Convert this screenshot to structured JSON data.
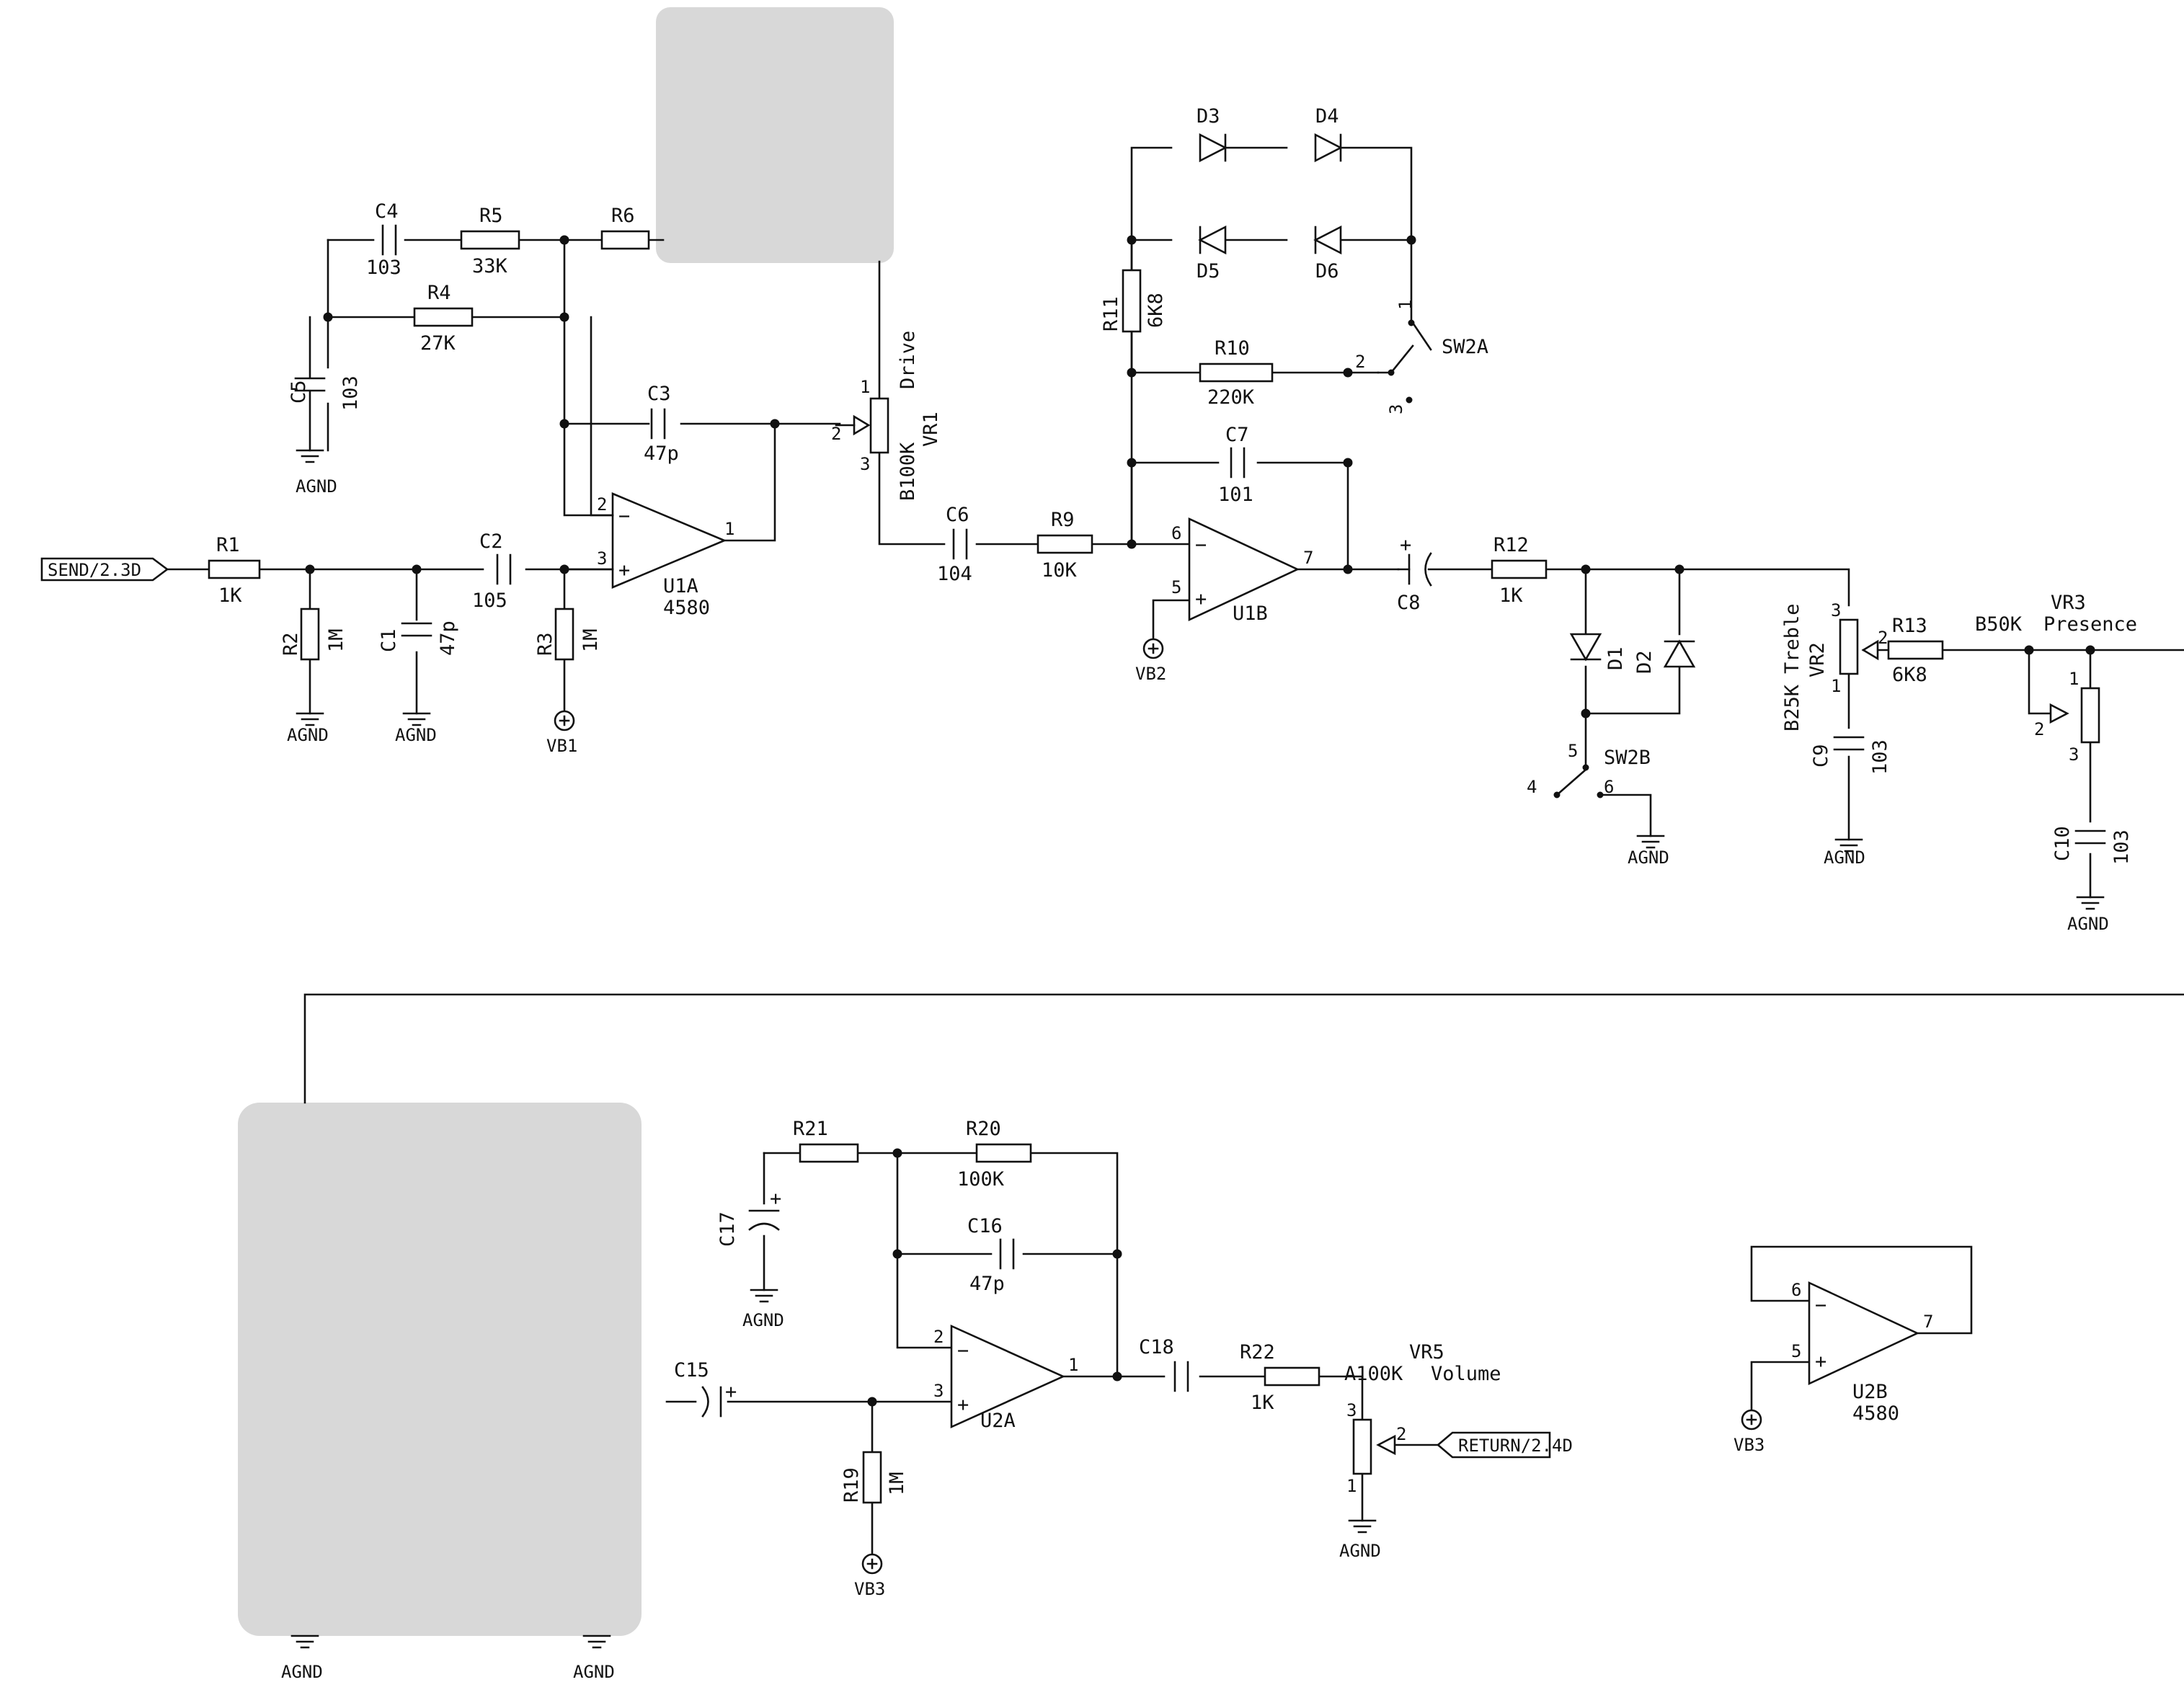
{
  "ports": {
    "send": "SEND/2.3D",
    "return": "RETURN/2.4D"
  },
  "components": {
    "R1": {
      "ref": "R1",
      "value": "1K"
    },
    "R2": {
      "ref": "R2",
      "value": "1M"
    },
    "R3": {
      "ref": "R3",
      "value": "1M"
    },
    "R4": {
      "ref": "R4",
      "value": "27K"
    },
    "R5": {
      "ref": "R5",
      "value": "33K"
    },
    "R6": {
      "ref": "R6"
    },
    "R9": {
      "ref": "R9",
      "value": "10K"
    },
    "R10": {
      "ref": "R10",
      "value": "220K"
    },
    "R11": {
      "ref": "R11",
      "value": "6K8"
    },
    "R12": {
      "ref": "R12",
      "value": "1K"
    },
    "R13": {
      "ref": "R13",
      "value": "6K8"
    },
    "R19": {
      "ref": "R19",
      "value": "1M"
    },
    "R20": {
      "ref": "R20",
      "value": "100K"
    },
    "R21": {
      "ref": "R21"
    },
    "R22": {
      "ref": "R22",
      "value": "1K"
    },
    "C1": {
      "ref": "C1",
      "value": "47p"
    },
    "C2": {
      "ref": "C2",
      "value": "105"
    },
    "C3": {
      "ref": "C3",
      "value": "47p"
    },
    "C4": {
      "ref": "C4",
      "value": "103"
    },
    "C5": {
      "ref": "C5",
      "value": "103"
    },
    "C6": {
      "ref": "C6",
      "value": "104"
    },
    "C7": {
      "ref": "C7",
      "value": "101"
    },
    "C8": {
      "ref": "C8"
    },
    "C9": {
      "ref": "C9",
      "value": "103"
    },
    "C10": {
      "ref": "C10",
      "value": "103"
    },
    "C15": {
      "ref": "C15"
    },
    "C16": {
      "ref": "C16",
      "value": "47p"
    },
    "C17": {
      "ref": "C17"
    },
    "C18": {
      "ref": "C18"
    },
    "D1": {
      "ref": "D1"
    },
    "D2": {
      "ref": "D2"
    },
    "D3": {
      "ref": "D3"
    },
    "D4": {
      "ref": "D4"
    },
    "D5": {
      "ref": "D5"
    },
    "D6": {
      "ref": "D6"
    },
    "VR1": {
      "ref": "VR1",
      "value": "B100K",
      "name": "Drive"
    },
    "VR2": {
      "ref": "VR2",
      "value": "B25K",
      "name": "Treble"
    },
    "VR3": {
      "ref": "VR3",
      "value": "B50K",
      "name": "Presence"
    },
    "VR5": {
      "ref": "VR5",
      "value": "A100K",
      "name": "Volume"
    },
    "U1A": {
      "ref": "U1A",
      "value": "4580"
    },
    "U1B": {
      "ref": "U1B"
    },
    "U2A": {
      "ref": "U2A"
    },
    "U2B": {
      "ref": "U2B",
      "value": "4580"
    },
    "SW2A": {
      "ref": "SW2A"
    },
    "SW2B": {
      "ref": "SW2B"
    }
  },
  "nets": {
    "agnd": "AGND",
    "vb1": "VB1",
    "vb2": "VB2",
    "vb3": "VB3"
  },
  "pins": {
    "p1": "1",
    "p2": "2",
    "p3": "3",
    "p4": "4",
    "p5": "5",
    "p6": "6",
    "p7": "7",
    "minus": "−",
    "plus": "+"
  }
}
